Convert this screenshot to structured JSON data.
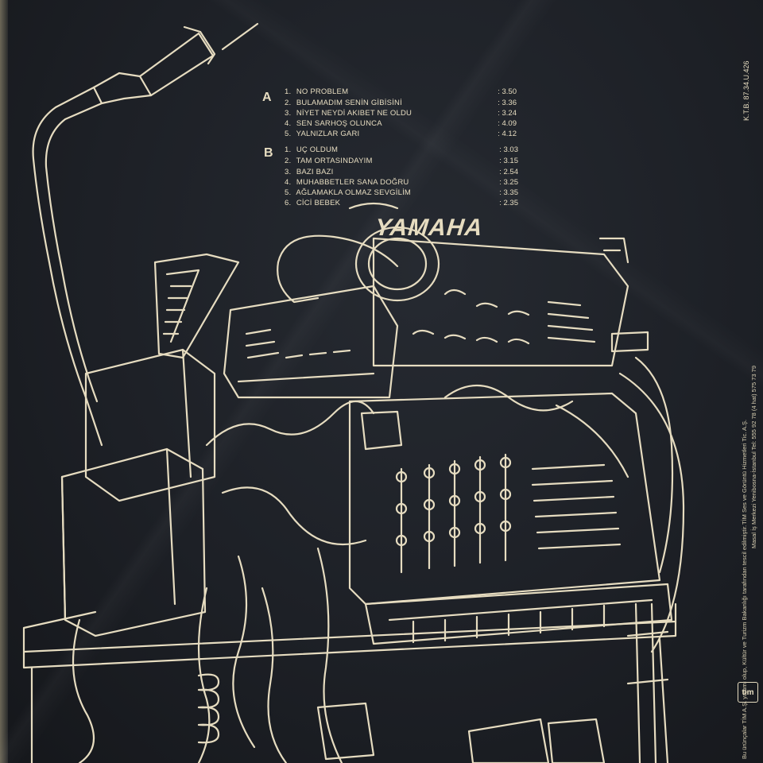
{
  "side_a": {
    "letter": "A",
    "tracks": [
      {
        "num": "1.",
        "title": "NO PROBLEM",
        "duration": ": 3.50"
      },
      {
        "num": "2.",
        "title": "BULAMADIM SENİN GİBİSİNİ",
        "duration": ": 3.36"
      },
      {
        "num": "3.",
        "title": "NİYET NEYDİ AKIBET NE OLDU",
        "duration": ": 3.24"
      },
      {
        "num": "4.",
        "title": "SEN SARHOŞ OLUNCA",
        "duration": ": 4.09"
      },
      {
        "num": "5.",
        "title": "YALNIZLAR GARI",
        "duration": ": 4.12"
      }
    ]
  },
  "side_b": {
    "letter": "B",
    "tracks": [
      {
        "num": "1.",
        "title": "UÇ OLDUM",
        "duration": ": 3.03"
      },
      {
        "num": "2.",
        "title": "TAM ORTASINDAYIM",
        "duration": ": 3.15"
      },
      {
        "num": "3.",
        "title": "BAZI BAZI",
        "duration": ": 2.54"
      },
      {
        "num": "4.",
        "title": "MUHABBETLER SANA DOĞRU",
        "duration": ": 3.25"
      },
      {
        "num": "5.",
        "title": "AĞLAMAKLA OLMAZ SEVGİLİM",
        "duration": ": 3.35"
      },
      {
        "num": "6.",
        "title": "CİCİ BEBEK",
        "duration": ": 2.35"
      }
    ]
  },
  "catalog_number": "K.T.B.  87.34.U.426",
  "publisher_line_1": "TİM Ses ve Görüntü Hizmetleri Tic. A.Ş.",
  "publisher_line_2": "Masal İş Merkezi  Yenibosna-İstanbul Tel: 555 92 78 (4 hat) 575 73 79",
  "copyright_line": "Bu ürünçalar TİM A.Ş. yapımı olup, Kültür ve Turizm Bakanlığı tarafından tescil edilmiştir.",
  "equipment_brand": "YAMAHA",
  "logo_text": "tim",
  "colors": {
    "ink": "#e6dcc0",
    "sleeve": "#1d2026"
  }
}
